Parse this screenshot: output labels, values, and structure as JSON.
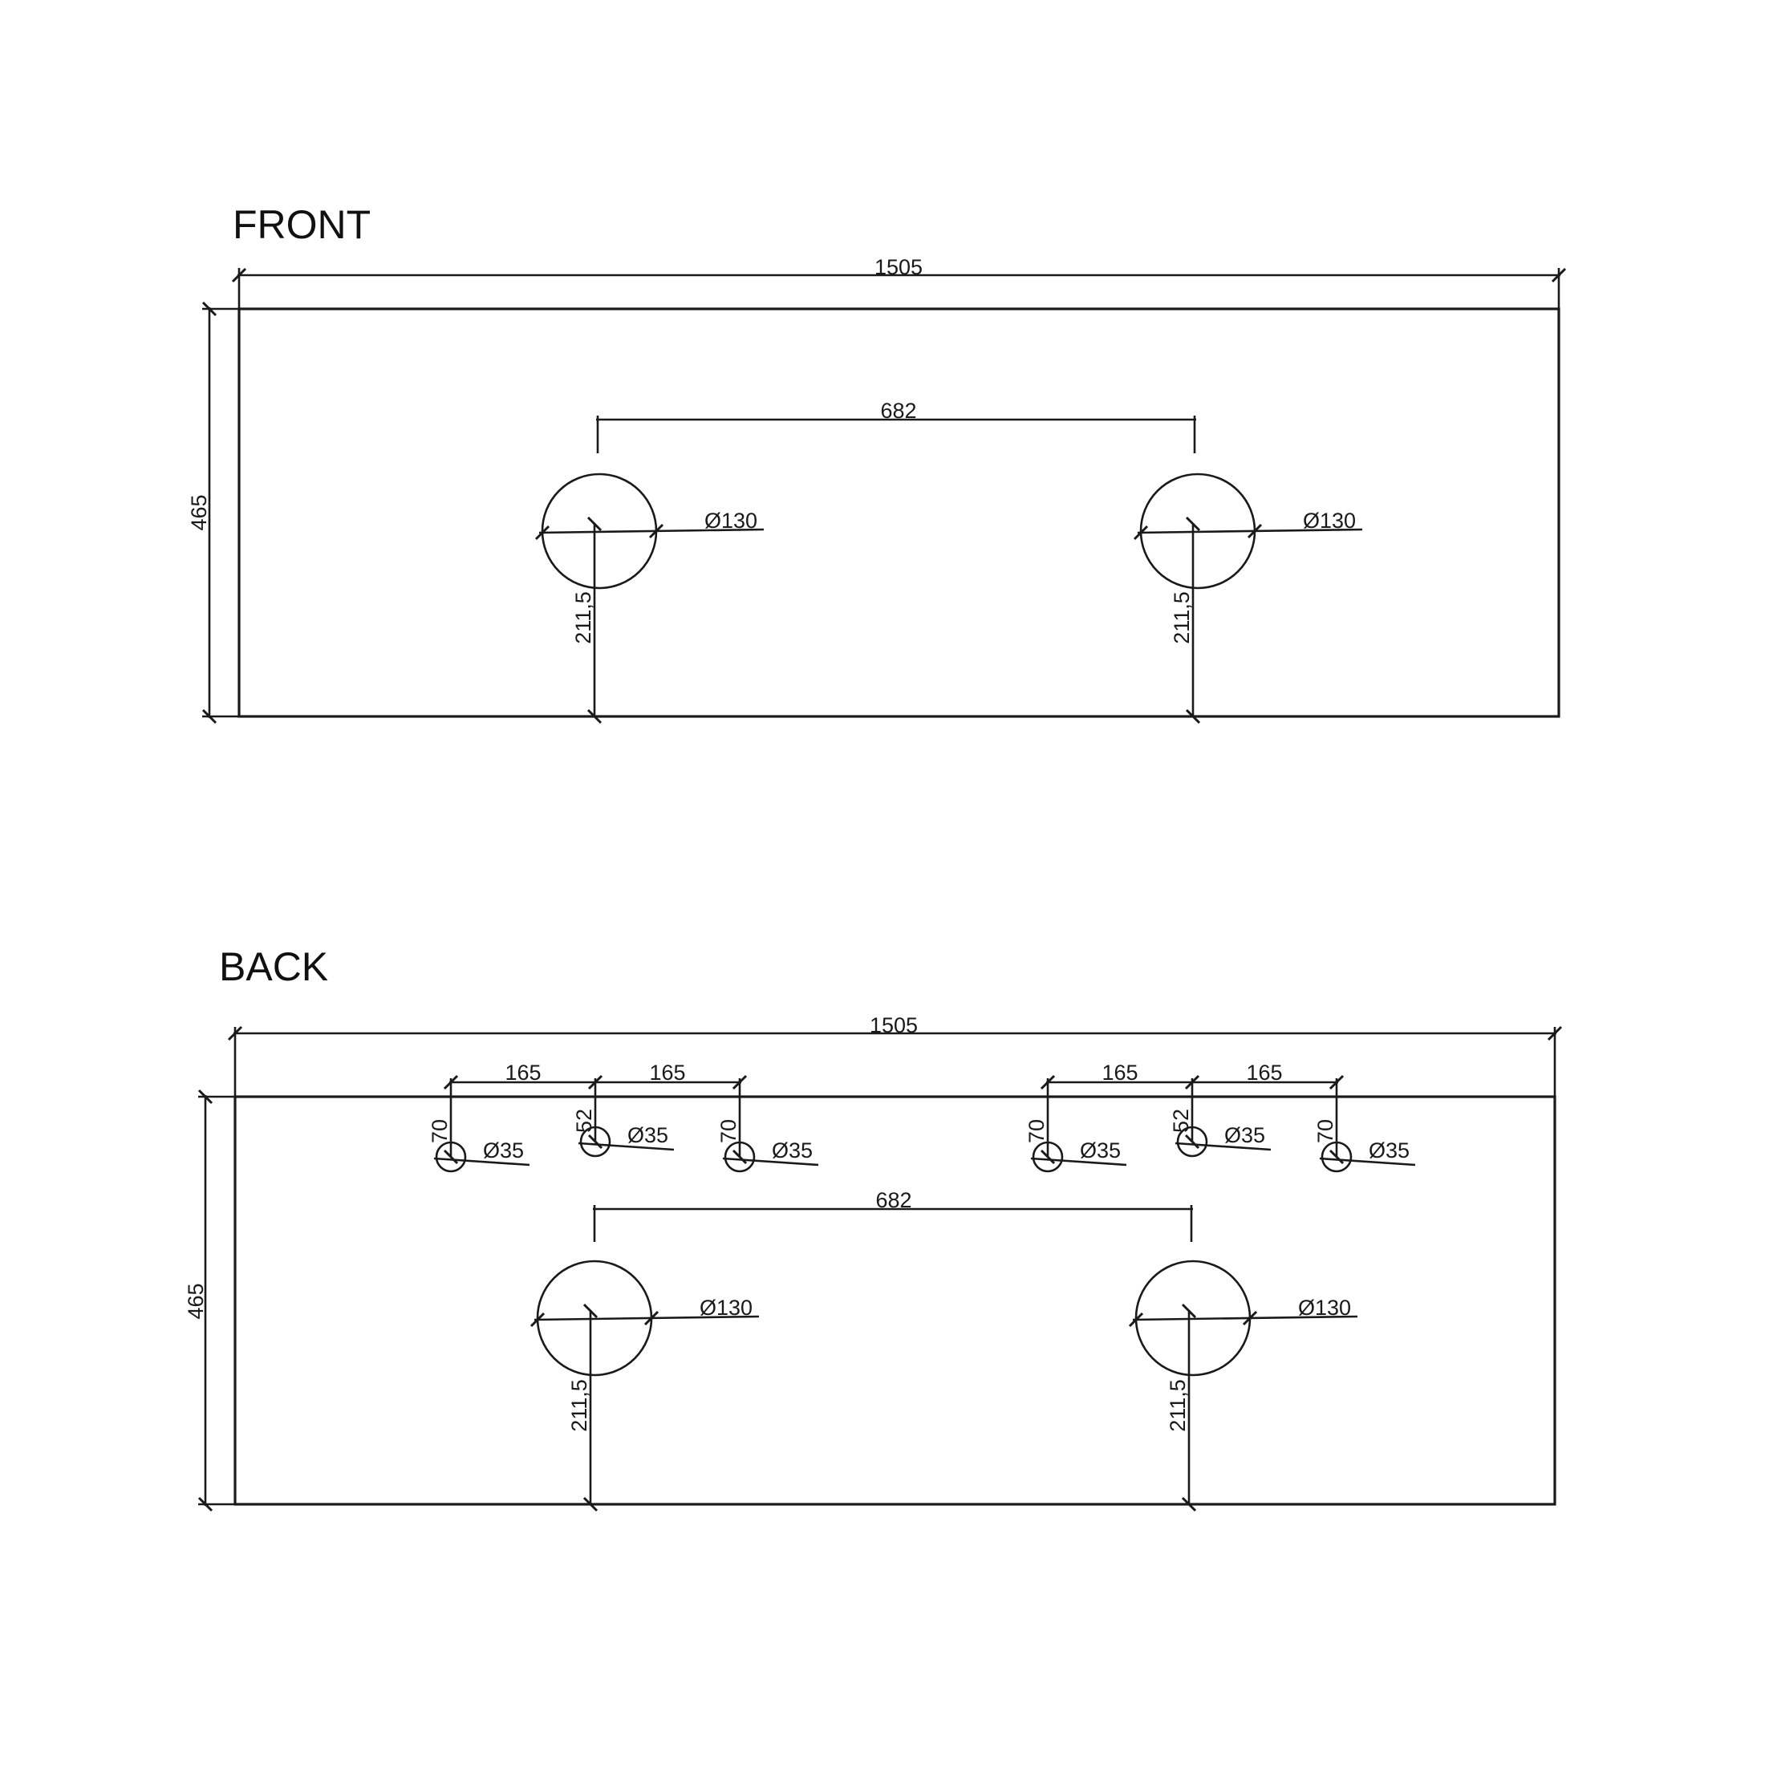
{
  "front": {
    "title": "FRONT",
    "width_label": "1505",
    "height_label": "465",
    "basin_spacing_label": "682",
    "basin_left": {
      "diameter_label": "Ø130",
      "offset_label": "211,5"
    },
    "basin_right": {
      "diameter_label": "Ø130",
      "offset_label": "211,5"
    }
  },
  "back": {
    "title": "BACK",
    "width_label": "1505",
    "height_label": "465",
    "basin_spacing_label": "682",
    "basin_left": {
      "diameter_label": "Ø130",
      "offset_label": "211,5"
    },
    "basin_right": {
      "diameter_label": "Ø130",
      "offset_label": "211,5"
    },
    "tap_spacing_labels": [
      "165",
      "165",
      "165",
      "165"
    ],
    "taps": [
      {
        "offset_label": "70",
        "diameter_label": "Ø35"
      },
      {
        "offset_label": "52",
        "diameter_label": "Ø35"
      },
      {
        "offset_label": "70",
        "diameter_label": "Ø35"
      },
      {
        "offset_label": "70",
        "diameter_label": "Ø35"
      },
      {
        "offset_label": "52",
        "diameter_label": "Ø35"
      },
      {
        "offset_label": "70",
        "diameter_label": "Ø35"
      }
    ]
  }
}
